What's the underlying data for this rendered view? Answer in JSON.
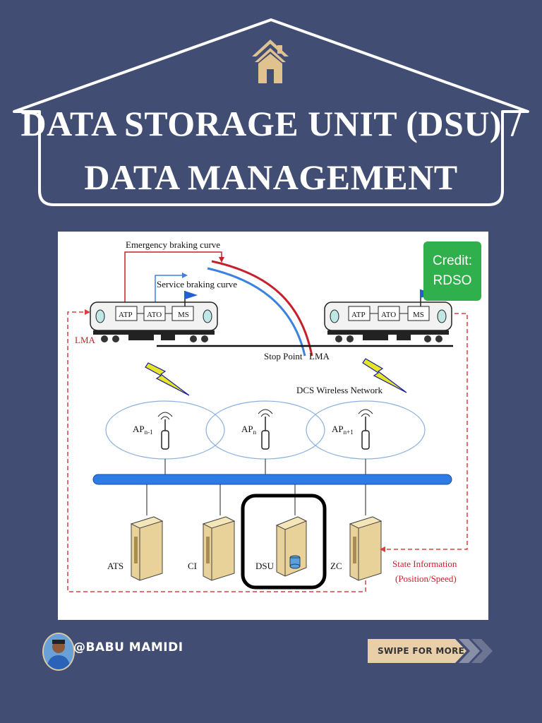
{
  "header": {
    "title_line1": "DATA STORAGE UNIT (DSU) /",
    "title_line2": "DATA MANAGEMENT",
    "icon": "home-icon"
  },
  "diagram": {
    "credit_line1": "Credit:",
    "credit_line2": "RDSO",
    "emergency_curve_label": "Emergency braking curve",
    "service_curve_label": "Service braking curve",
    "lma_left": "LMA",
    "stop_point": "Stop Point",
    "lma_right": "LMA",
    "network_label": "DCS Wireless Network",
    "train_left": {
      "atp": "ATP",
      "ato": "ATO",
      "ms": "MS"
    },
    "train_right": {
      "atp": "ATP",
      "ato": "ATO",
      "ms": "MS"
    },
    "access_points": [
      {
        "base": "AP",
        "sub": "n-1"
      },
      {
        "base": "AP",
        "sub": "n"
      },
      {
        "base": "AP",
        "sub": "n+1"
      }
    ],
    "servers": [
      "ATS",
      "CI",
      "DSU",
      "ZC"
    ],
    "state_info_line1": "State Information",
    "state_info_line2": "(Position/Speed)",
    "colors": {
      "emergency": "#c8202a",
      "service": "#3b82e0",
      "backbone": "#2e7be6",
      "dashed": "#d94040",
      "wireless": "#e6e628"
    }
  },
  "footer": {
    "author": "@BABU MAMIDI",
    "swipe_label": "SWIPE FOR MORE"
  },
  "colors": {
    "background": "#424d74",
    "accent": "#e8cfa9"
  }
}
